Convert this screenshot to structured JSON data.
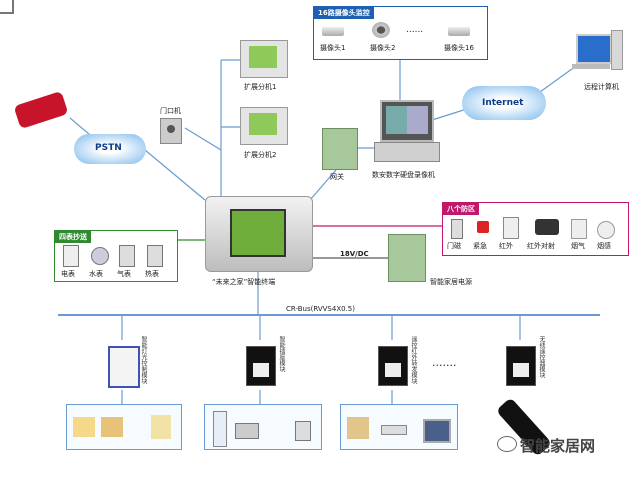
{
  "top_left_mark": "□",
  "camera_panel": {
    "title": "16路摄像头监控",
    "cameras": [
      "摄像头1",
      "摄像头2",
      "摄像头16"
    ],
    "dots": "......"
  },
  "remote_computer": "远程计算机",
  "internet": "Internet",
  "pstn": "PSTN",
  "door_unit": "门口机",
  "ext1": "扩展分机1",
  "ext2": "扩展分机2",
  "gateway": "网关",
  "dvr": "数安数字硬盘录像机",
  "security": {
    "title": "八个防区",
    "items": [
      "门磁",
      "紧急",
      "红外",
      "红外对射",
      "烟气",
      "烟感"
    ]
  },
  "meter": {
    "title": "四表抄送",
    "items": [
      "电表",
      "水表",
      "气表",
      "热表"
    ]
  },
  "terminal_caption": "“未来之家”智能终端",
  "dc_label": "18V/DC",
  "power_label": "智能家居电源",
  "bus_label": "CR-Bus(RVVS4X0.5)",
  "modules": [
    "智能灯光控制模块",
    "智能插座模块",
    "遥控红外转发模块",
    "无线遥控器模块"
  ],
  "module_dots": ".......",
  "watermark": "智能家居网",
  "colors": {
    "bus": "#6a9bd0",
    "green": "#2f8a2f",
    "magenta": "#c2186b",
    "blue": "#1d5fb0"
  }
}
